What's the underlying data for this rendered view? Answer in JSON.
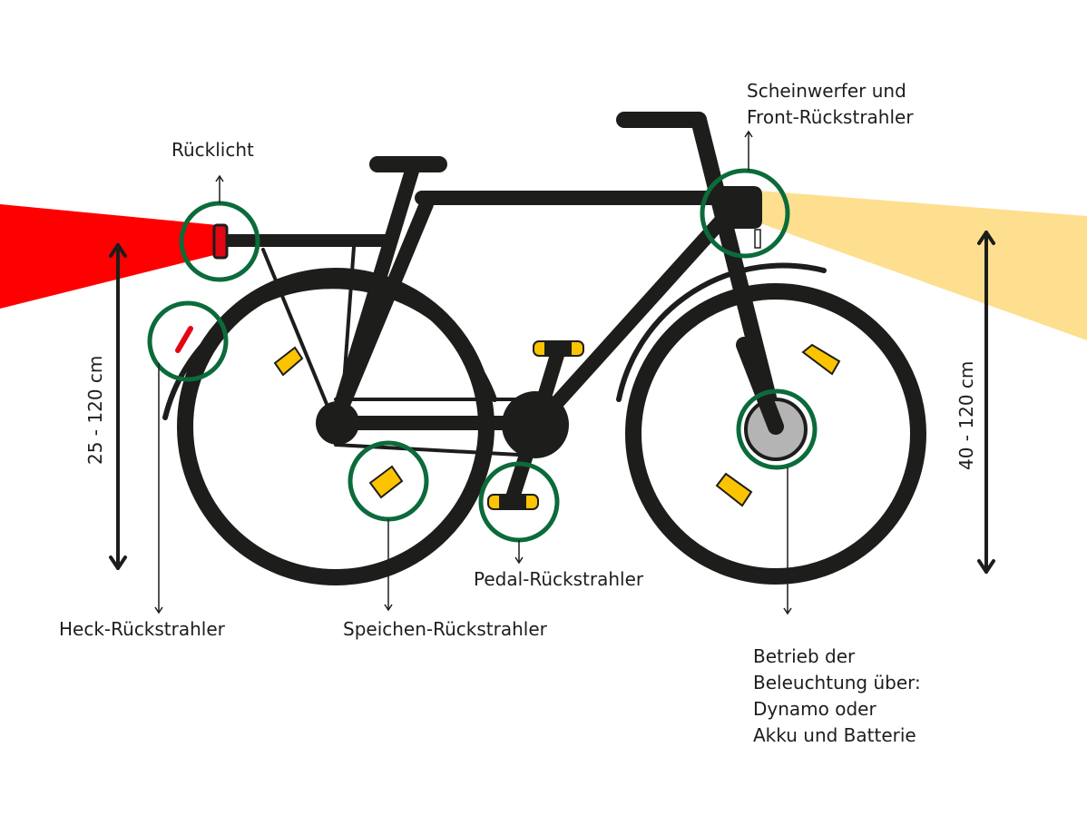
{
  "labels": {
    "ruecklicht": "Rücklicht",
    "scheinwerfer_line1": "Scheinwerfer und",
    "scheinwerfer_line2": "Front-Rückstrahler",
    "heck": "Heck-Rückstrahler",
    "speichen": "Speichen-Rückstrahler",
    "pedal": "Pedal-Rückstrahler",
    "betrieb_line1": "Betrieb der",
    "betrieb_line2": "Beleuchtung über:",
    "betrieb_line3": "Dynamo oder",
    "betrieb_line4": "Akku und Batterie",
    "height_rear": "25 - 120 cm",
    "height_front": "40 - 120 cm"
  },
  "colors": {
    "frame": "#1d1d1b",
    "highlight": "#0b6b3a",
    "rear_beam": "#ff0000",
    "front_beam": "#fedf8f",
    "reflector": "#fcc400",
    "hub": "#b4b4b4"
  }
}
